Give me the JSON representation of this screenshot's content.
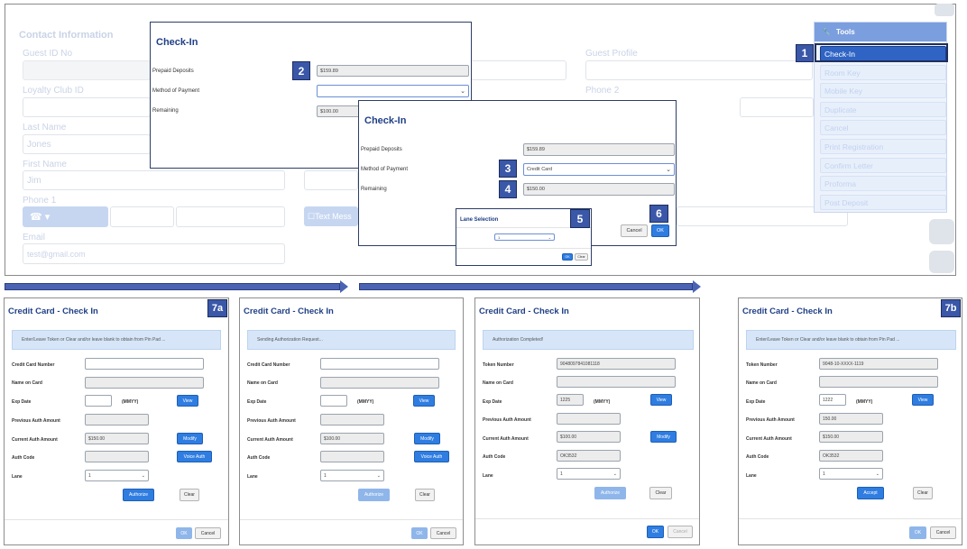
{
  "background_form": {
    "section_title": "Contact Information",
    "guest_id_label": "Guest ID No",
    "loyalty_label": "Loyalty Club ID",
    "last_name_label": "Last Name",
    "last_name_value": "Jones",
    "first_name_label": "First Name",
    "first_name_value": "Jim",
    "phone1_label": "Phone 1",
    "email_label": "Email",
    "email_value": "test@gmail.com",
    "guest_profile_label": "Guest Profile",
    "phone2_label": "Phone 2",
    "text_message_label": "Text Mess"
  },
  "tools": {
    "title": "Tools",
    "items": [
      "Check-In",
      "Room Key",
      "Mobile Key",
      "Duplicate",
      "Cancel",
      "Print Registration",
      "Confirm Letter",
      "Proforma",
      "Post Deposit"
    ]
  },
  "checkin1": {
    "title": "Check-In",
    "prepaid_label": "Prepaid Deposits",
    "prepaid_value": "$159.89",
    "method_label": "Method of Payment",
    "method_value": "",
    "remaining_label": "Remaining",
    "remaining_value": "$100.00"
  },
  "checkin2": {
    "title": "Check-In",
    "prepaid_label": "Prepaid Deposits",
    "prepaid_value": "$159.89",
    "method_label": "Method of Payment",
    "method_value": "Credit Card",
    "remaining_label": "Remaining",
    "remaining_value": "$150.00",
    "cancel_label": "Cancel",
    "ok_label": "OK"
  },
  "lane": {
    "title": "Lane Selection",
    "value": "1",
    "ok_label": "OK",
    "clear_label": "Clear"
  },
  "markers": [
    "1",
    "2",
    "3",
    "4",
    "5",
    "6",
    "7a",
    "7b"
  ],
  "cc_labels": {
    "title": "Credit Card - Check In",
    "card_number": "Credit Card Number",
    "token_number": "Token Number",
    "name_on_card": "Name on Card",
    "exp_date": "Exp Date",
    "mmyy": "(MMYY)",
    "prev_auth": "Previous Auth Amount",
    "curr_auth": "Current Auth Amount",
    "auth_code": "Auth Code",
    "lane": "Lane",
    "view": "View",
    "modify": "Modify",
    "voice_auth": "Voice Auth",
    "authorize": "Authorize",
    "accept": "Accept",
    "clear": "Clear",
    "ok": "OK",
    "cancel": "Cancel"
  },
  "panels": [
    {
      "banner": "Enter/Leave Token or Clear and/or leave blank to obtain from Pin Pad ...",
      "number": "",
      "exp": "",
      "prev": "",
      "curr": "$150.00",
      "auth": "",
      "lane": "1"
    },
    {
      "banner": "Sending Authorization Request...",
      "number": "",
      "exp": "",
      "prev": "",
      "curr": "$100.00",
      "auth": "",
      "lane": "1"
    },
    {
      "banner": "Authorization Completed!",
      "number": "9048097841081118",
      "exp": "1225",
      "prev": "",
      "curr": "$100.00",
      "auth": "OK3532",
      "lane": "1"
    },
    {
      "banner": "Enter/Leave Token or Clear and/or leave blank to obtain from Pin Pad ...",
      "number": "9048-10-XXXX-1119",
      "exp": "1222",
      "prev": "150.00",
      "curr": "$150.00",
      "auth": "OK3532",
      "lane": "1"
    }
  ],
  "colors": {
    "accent": "#2f7de1",
    "title_blue": "#1f3f86",
    "marker": "#3a57a8"
  }
}
